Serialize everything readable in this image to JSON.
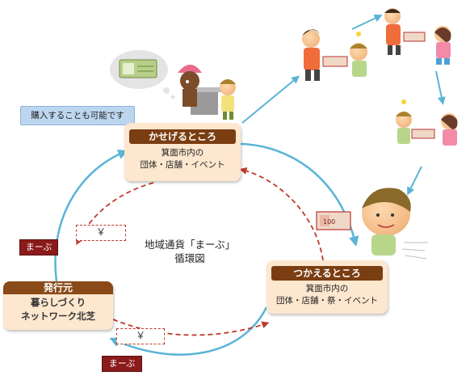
{
  "diagram": {
    "title_line1": "地域通貨「まーぶ」",
    "title_line2": "循環図"
  },
  "note": "購入することも可能です",
  "stations": {
    "earn": {
      "header": "かせげるところ",
      "line1": "箕面市内の",
      "line2": "団体・店舗・イベント"
    },
    "spend": {
      "header": "つかえるところ",
      "line1": "箕面市内の",
      "line2": "団体・店舗・祭・イベント"
    },
    "issuer": {
      "header": "発行元",
      "line1": "暮らしづくり",
      "line2": "ネットワーク北芝"
    }
  },
  "tags": {
    "currency_left": "まーぶ",
    "currency_bottom": "まーぶ"
  },
  "yen": {
    "left": "￥",
    "bottom": "￥"
  },
  "banknote_value": "100",
  "colors": {
    "cycle_arrow": "#5ab4d6",
    "yen_flow": "#c0392b",
    "station_header": "#7a3e12",
    "station_bg": "#fde7cf",
    "currency_tag": "#8b1a1a",
    "note_bg": "#bcd6ef"
  }
}
